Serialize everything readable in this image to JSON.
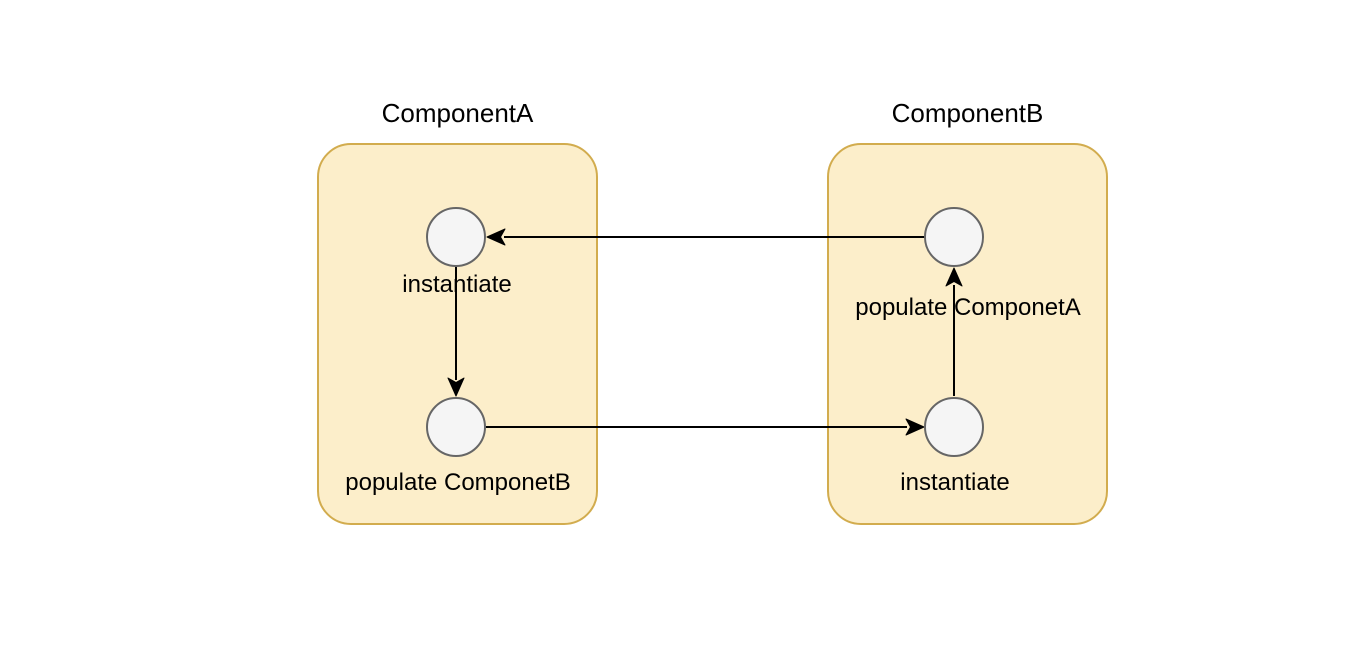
{
  "diagram": {
    "background_color": "#ffffff",
    "edge_color": "#000000",
    "groups": [
      {
        "title": "ComponentA",
        "fill": "#fceeca",
        "stroke": "#d2ac4e"
      },
      {
        "title": "ComponentB",
        "fill": "#fceeca",
        "stroke": "#d2ac4e"
      }
    ],
    "nodes": [
      {
        "id": "a-top",
        "group": "ComponentA",
        "label": "instantiate",
        "fill": "#f5f5f5",
        "stroke": "#666666"
      },
      {
        "id": "a-bottom",
        "group": "ComponentA",
        "label": "populate ComponetB",
        "fill": "#f5f5f5",
        "stroke": "#666666"
      },
      {
        "id": "b-top",
        "group": "ComponentB",
        "label": "populate ComponetA",
        "fill": "#f5f5f5",
        "stroke": "#666666"
      },
      {
        "id": "b-bottom",
        "group": "ComponentB",
        "label": "instantiate",
        "fill": "#f5f5f5",
        "stroke": "#666666"
      }
    ],
    "edges": [
      {
        "from": "b-top",
        "to": "a-top",
        "direction": "left"
      },
      {
        "from": "a-top",
        "to": "a-bottom",
        "direction": "down"
      },
      {
        "from": "a-bottom",
        "to": "b-bottom",
        "direction": "right"
      },
      {
        "from": "b-bottom",
        "to": "b-top",
        "direction": "up"
      }
    ]
  }
}
